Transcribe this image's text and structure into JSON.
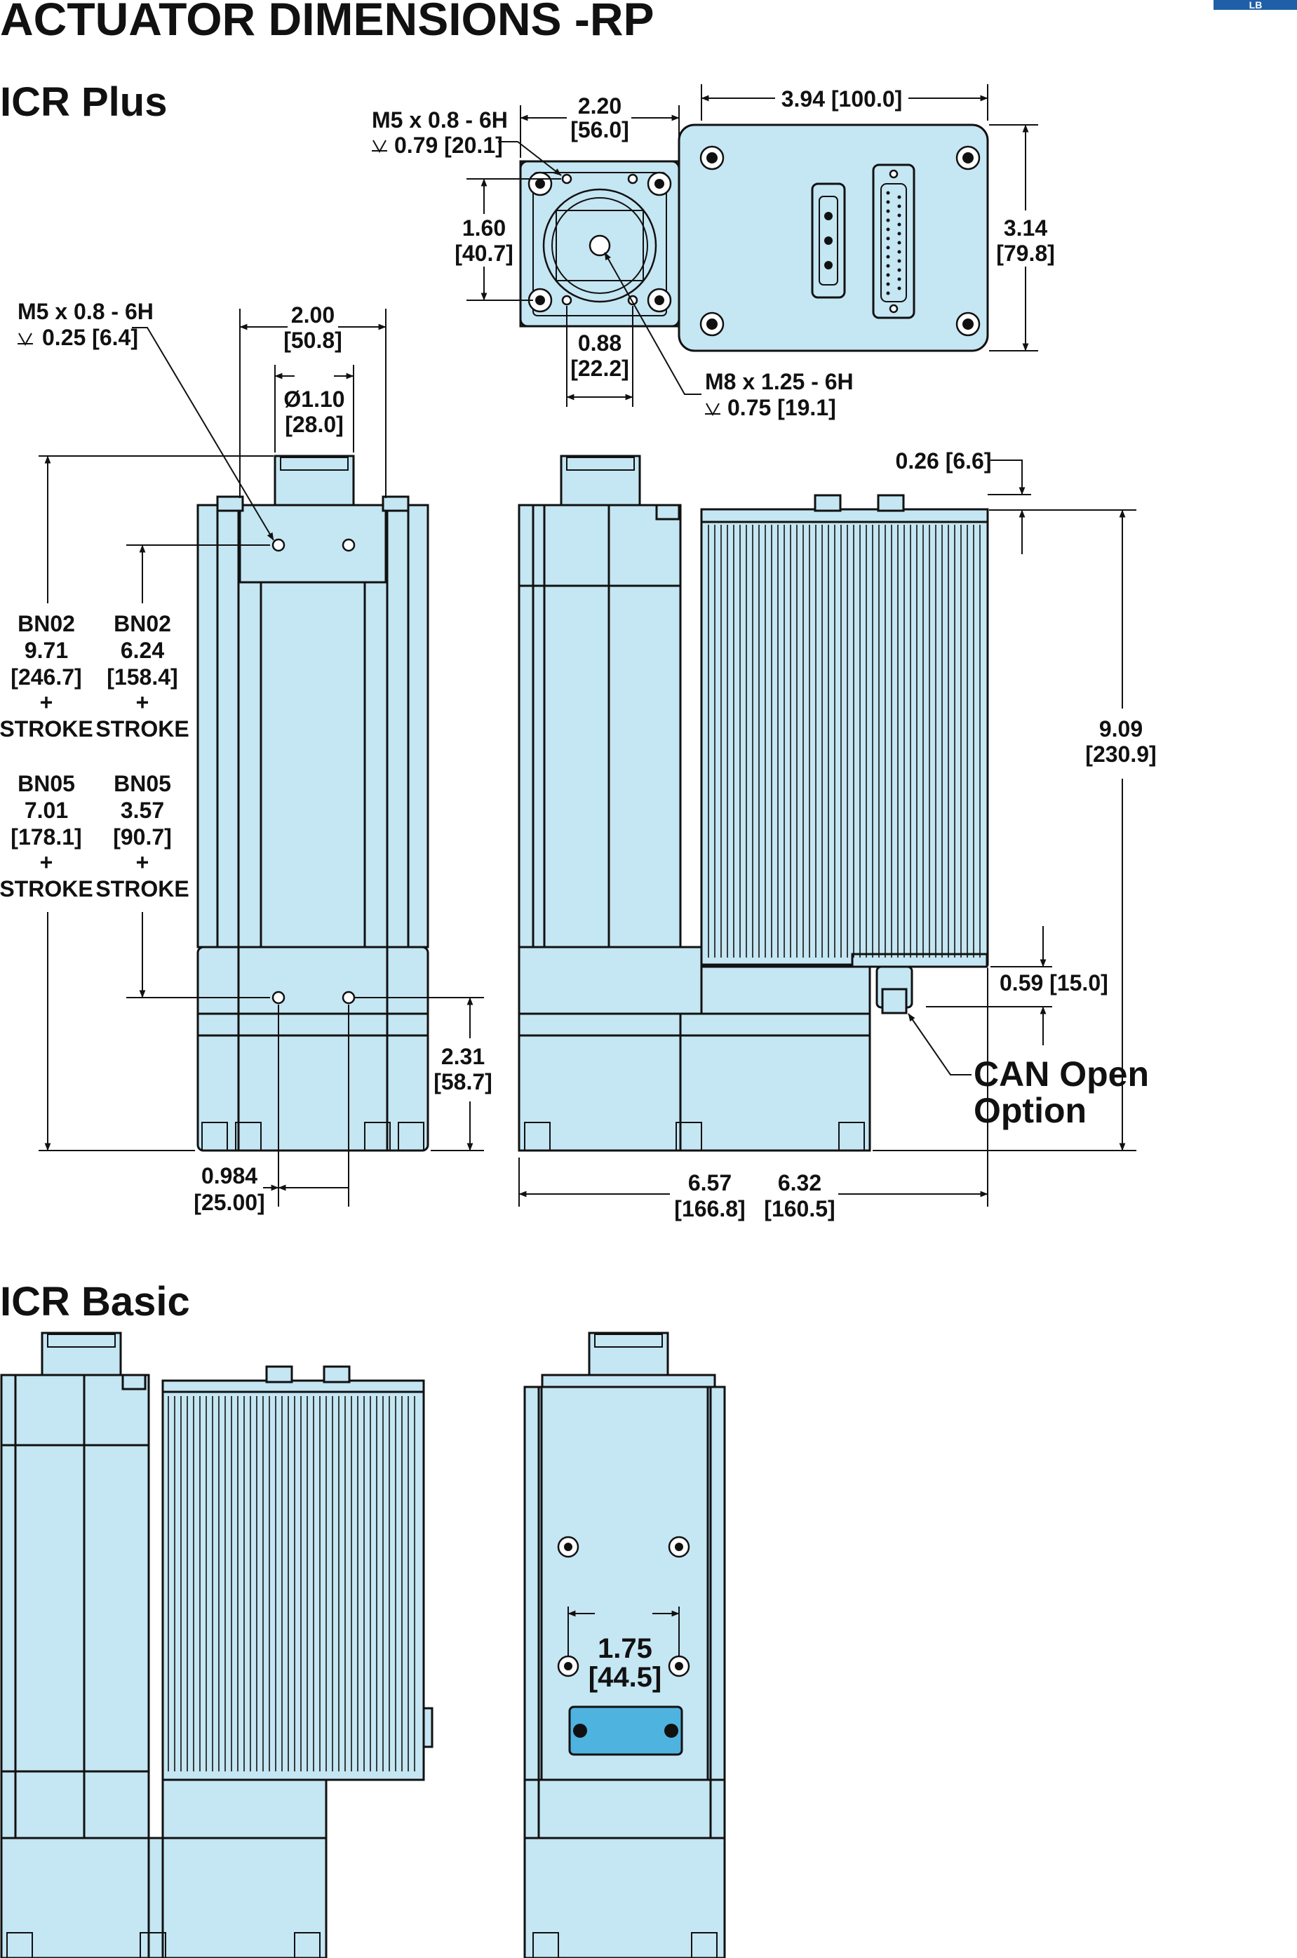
{
  "header": {
    "title": "ACTUATOR DIMENSIONS -RP",
    "badge": "LB",
    "badge_color": "#1f5fa8"
  },
  "colors": {
    "body_fill": "#c5e6f3",
    "line": "#111111",
    "label_fill": "#4fb3e0"
  },
  "icr_plus": {
    "section_title": "ICR Plus",
    "top_view": {
      "thread_side_1": "M5 x 0.8 - 6H",
      "thread_side_2": "0.79 [20.1]",
      "face_width_1": "2.20",
      "face_width_2": "[56.0]",
      "body_length": "3.94 [100.0]",
      "body_height_1": "3.14",
      "body_height_2": "[79.8]",
      "bolt_square_1": "1.60",
      "bolt_square_2": "[40.7]",
      "hole_offset_1": "0.88",
      "hole_offset_2": "[22.2]",
      "center_thread_1": "M8 x 1.25 - 6H",
      "center_thread_2": "0.75 [19.1]"
    },
    "front_view": {
      "rod_thread_1": "M5 x 0.8 - 6H",
      "rod_thread_2": "0.25 [6.4]",
      "width_1": "2.00",
      "width_2": "[50.8]",
      "rod_dia_1": "Ø1.10",
      "rod_dia_2": "[28.0]",
      "overall": [
        "BN02",
        "9.71",
        "[246.7]",
        "+",
        "STROKE",
        "BN05",
        "7.01",
        "[178.1]",
        "+",
        "STROKE"
      ],
      "to_holes": [
        "BN02",
        "6.24",
        "[158.4]",
        "+",
        "STROKE",
        "BN05",
        "3.57",
        "[90.7]",
        "+",
        "STROKE"
      ],
      "base_height_1": "2.31",
      "base_height_2": "[58.7]",
      "hole_spacing_1": "0.984",
      "hole_spacing_2": "[25.00]"
    },
    "side_view": {
      "connector_height": "0.26 [6.6]",
      "drive_height_1": "9.09",
      "drive_height_2": "[230.9]",
      "can_offset": "0.59 [15.0]",
      "can_option_1": "CAN Open",
      "can_option_2": "Option",
      "length_a_1": "6.57",
      "length_a_2": "[166.8]",
      "length_b_1": "6.32",
      "length_b_2": "[160.5]"
    }
  },
  "icr_basic": {
    "section_title": "ICR Basic",
    "rear_view": {
      "hole_spacing_1": "1.75",
      "hole_spacing_2": "[44.5]"
    }
  }
}
